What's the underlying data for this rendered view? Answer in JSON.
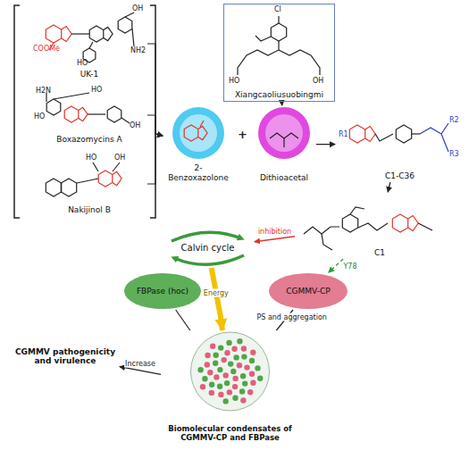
{
  "diagram": {
    "nodes": [
      {
        "text": [
          "UK-1"
        ]
      },
      {
        "text": [
          "Boxazomycins A"
        ]
      },
      {
        "text": [
          "Nakijinol B"
        ]
      },
      {
        "text": [
          "2-Benzoxazolone"
        ]
      },
      {
        "text": [
          "Dithioacetal"
        ]
      },
      {
        "text": [
          "Xiangcaoliusuobingmi"
        ]
      },
      {
        "text": [
          "C1-C36"
        ]
      },
      {
        "text": [
          "C1"
        ]
      },
      {
        "text": [
          "Calvin cycle"
        ]
      },
      {
        "text": [
          "FBPase (hoc)"
        ]
      },
      {
        "text": [
          "CGMMV-CP"
        ]
      },
      {
        "text": [
          "Biomolecular condensates of CGMMV-CP and FBPase"
        ]
      },
      {
        "text": [
          "CGMMV pathogenicity and virulence"
        ]
      }
    ],
    "edges": [
      {
        "from": 0,
        "to": 3,
        "arrow": "to"
      },
      {
        "from": 1,
        "to": 3,
        "arrow": "to"
      },
      {
        "from": 2,
        "to": 3,
        "arrow": "to"
      },
      {
        "from": 5,
        "to": 4,
        "arrow": "to"
      },
      {
        "from": 4,
        "to": 6,
        "arrow": "to"
      },
      {
        "from": 6,
        "to": 7,
        "arrow": "to"
      },
      {
        "from": 7,
        "to": 8,
        "arrow": "to",
        "label": "inhibition"
      },
      {
        "from": 8,
        "to": 11,
        "arrow": "to",
        "label": "Energy"
      },
      {
        "from": 9,
        "to": 11,
        "arrow": "none"
      },
      {
        "from": 10,
        "to": 11,
        "arrow": "none",
        "label": "PS and aggregation"
      },
      {
        "from": 11,
        "to": 12,
        "arrow": "to",
        "label": "Increase"
      },
      {
        "from": 7,
        "to": 10,
        "arrow": "to",
        "label": "Y78"
      }
    ],
    "labels": [
      "COOMe",
      "OH",
      "NH2",
      "HO",
      "H2N",
      "HO",
      "HO",
      "OH",
      "HO",
      "OH",
      "Cl",
      "HO",
      "OH",
      "R1",
      "R2",
      "R3",
      "+"
    ]
  }
}
